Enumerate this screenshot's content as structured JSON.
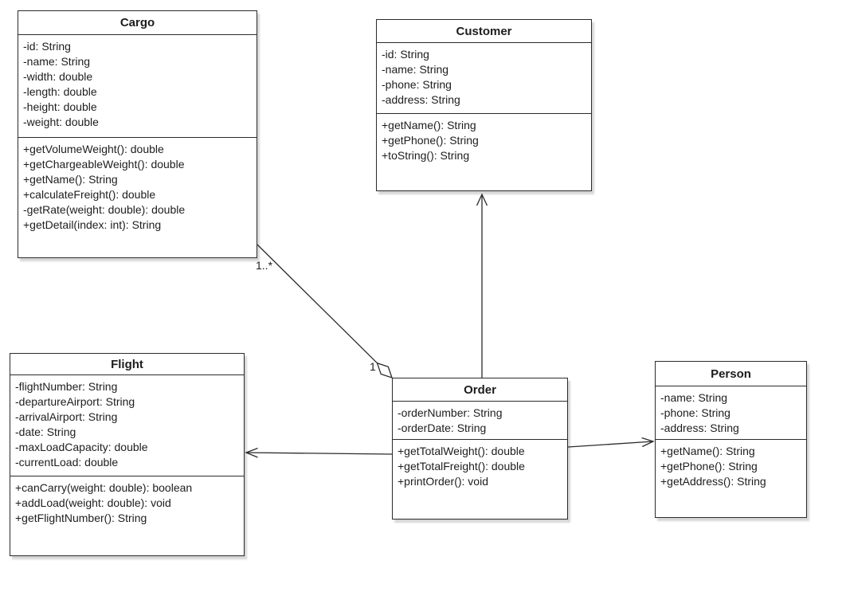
{
  "diagram": {
    "type": "uml-class-diagram",
    "colors": {
      "line": "#2b2b2b",
      "background": "#ffffff",
      "box_fill": "#ffffff"
    },
    "classes": [
      {
        "name": "Cargo",
        "attributes": [
          "-id: String",
          "-name: String",
          "-width: double",
          "-length: double",
          "-height: double",
          "-weight: double"
        ],
        "methods": [
          "+getVolumeWeight(): double",
          "+getChargeableWeight(): double",
          "+getName(): String",
          "+calculateFreight(): double",
          "-getRate(weight: double): double",
          "+getDetail(index: int): String"
        ]
      },
      {
        "name": "Customer",
        "attributes": [
          "-id: String",
          "-name: String",
          "-phone: String",
          "-address: String"
        ],
        "methods": [
          "+getName(): String",
          "+getPhone(): String",
          "+toString(): String"
        ]
      },
      {
        "name": "Flight",
        "attributes": [
          "-flightNumber: String",
          "-departureAirport: String",
          "-arrivalAirport: String",
          "-date: String",
          "-maxLoadCapacity: double",
          "-currentLoad: double"
        ],
        "methods": [
          "+canCarry(weight: double): boolean",
          "+addLoad(weight: double): void",
          "+getFlightNumber(): String"
        ]
      },
      {
        "name": "Order",
        "attributes": [
          "-orderNumber: String",
          "-orderDate: String"
        ],
        "methods": [
          "+getTotalWeight(): double",
          "+getTotalFreight(): double",
          "+printOrder(): void"
        ]
      },
      {
        "name": "Person",
        "attributes": [
          "-name: String",
          "-phone: String",
          "-address: String"
        ],
        "methods": [
          "+getName(): String",
          "+getPhone(): String",
          "+getAddress(): String"
        ]
      }
    ],
    "relationships": [
      {
        "type": "aggregation",
        "from": "Cargo",
        "to": "Order",
        "from_multiplicity": "1..*",
        "to_multiplicity": "1"
      },
      {
        "type": "directed-association",
        "from": "Order",
        "to": "Customer"
      },
      {
        "type": "directed-association",
        "from": "Order",
        "to": "Flight"
      },
      {
        "type": "directed-association",
        "from": "Order",
        "to": "Person"
      }
    ]
  }
}
